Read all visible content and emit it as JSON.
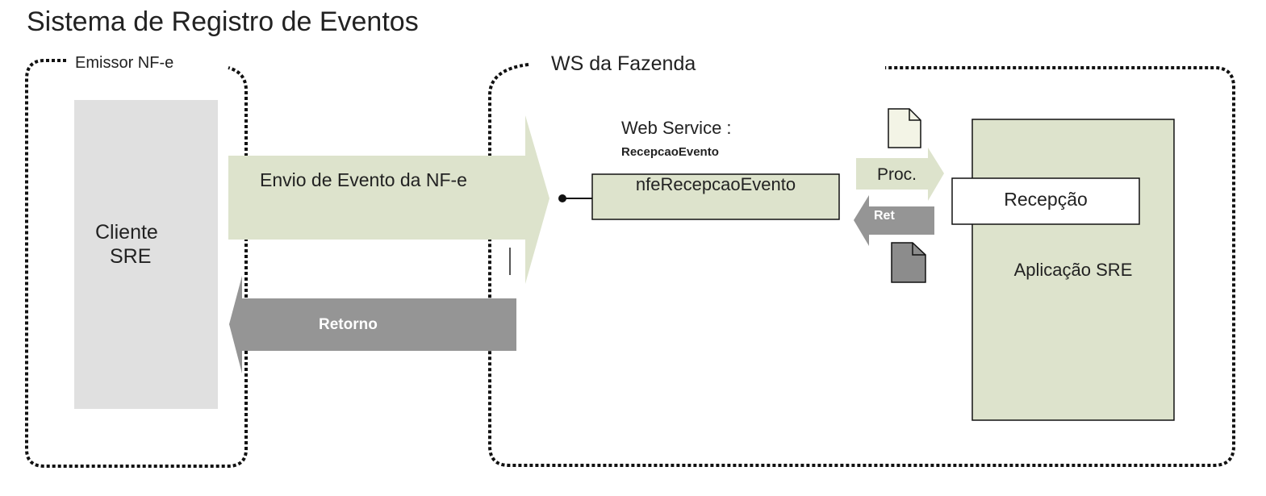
{
  "title": "Sistema de Registro de Eventos",
  "emissor": {
    "label": "Emissor NF-e",
    "client_line1": "Cliente",
    "client_line2": "SRE"
  },
  "fazenda": {
    "label": "WS da Fazenda",
    "web_service_label": "Web Service :",
    "web_service_name": "RecepcaoEvento",
    "operation": "nfeRecepcaoEvento"
  },
  "arrows": {
    "envio": "Envio de Evento da NF-e",
    "retorno": "Retorno",
    "proc": "Proc.",
    "ret": "Ret"
  },
  "aplicacao": {
    "recepcao": "Recepção",
    "label": "Aplicação SRE"
  },
  "colors": {
    "envio_arrow": "#dde3cc",
    "retorno_arrow": "#959595",
    "client_box": "#e0e0e0",
    "operation_box": "#dde3cc",
    "app_box": "#dde3cc",
    "doc_light": "#f3f4e6",
    "doc_dark": "#8c8c8c",
    "border": "#111111"
  }
}
